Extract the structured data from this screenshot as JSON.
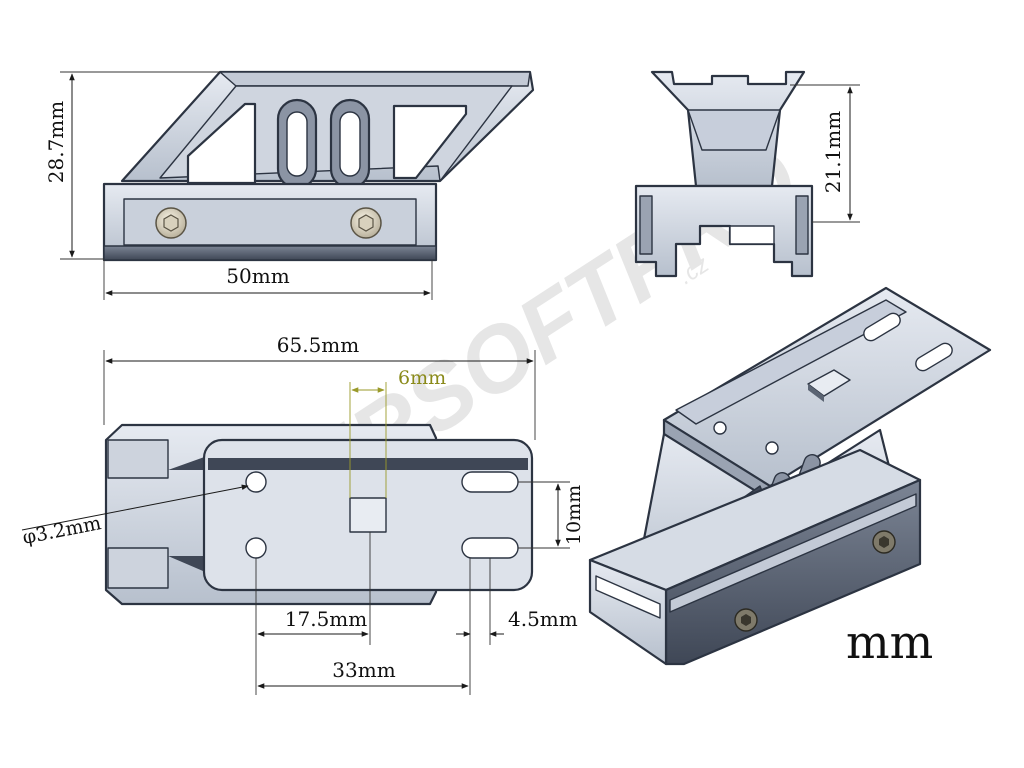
{
  "dimensions": {
    "height_side": "28.7mm",
    "width_side": "50mm",
    "height_front": "21.1mm",
    "length_top": "65.5mm",
    "slot_width": "6mm",
    "hole_diameter": "φ3.2mm",
    "slot_spacing": "10mm",
    "hole_to_slot": "17.5mm",
    "slot_offset": "4.5mm",
    "hole_span": "33mm"
  },
  "unit_label": "mm",
  "watermark": {
    "brand": "AIRSOFTPRO",
    "suffix": ".cz"
  },
  "colors": {
    "metal_light": "#d4dae4",
    "metal_mid": "#b3bcca",
    "metal_dark": "#5b6473",
    "outline": "#2c3442",
    "dim_line": "#1a1a1a",
    "accent_dim": "#9a9a2a"
  },
  "icons": {
    "screw": "hex-socket-screw-icon"
  }
}
